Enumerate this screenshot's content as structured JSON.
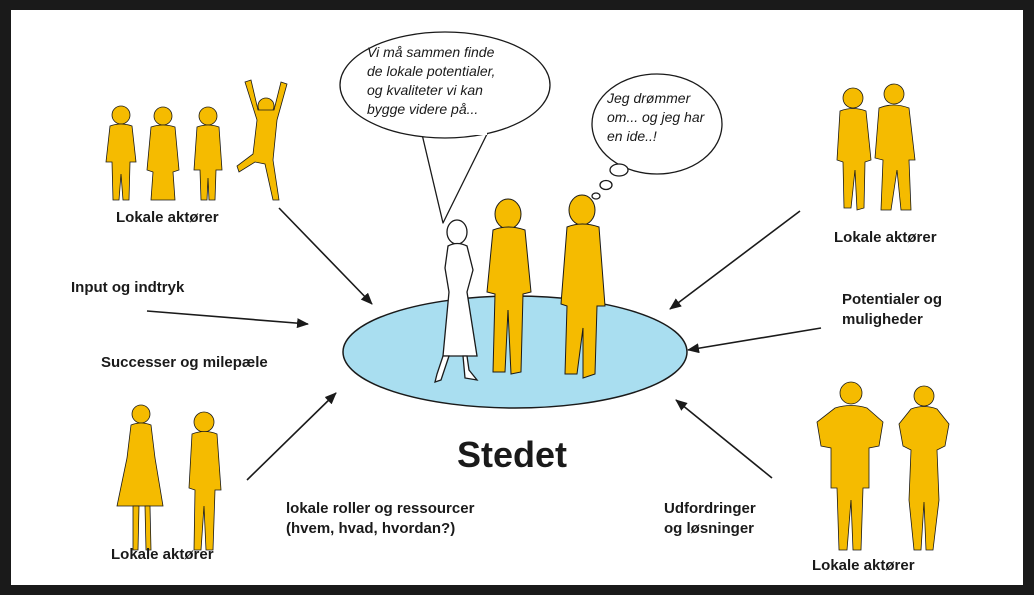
{
  "center_label": "Stedet",
  "speech_bubble": {
    "lines": [
      "Vi må sammen finde",
      "de lokale potentialer,",
      "og kvaliteter vi kan",
      "bygge videre på..."
    ]
  },
  "thought_bubble": {
    "lines": [
      "Jeg drømmer",
      "om... og jeg har",
      "en ide..!"
    ]
  },
  "actor_groups": {
    "top_left": "Lokale aktører",
    "top_right": "Lokale aktører",
    "bottom_left": "Lokale aktører",
    "bottom_right": "Lokale aktører"
  },
  "flows": {
    "input": "Input og indtryk",
    "successes": "Successer og milepæle",
    "potentials": [
      "Potentialer og",
      "muligheder"
    ],
    "roles": [
      "lokale roller og ressourcer",
      "(hvem, hvad, hvordan?)"
    ],
    "challenges": [
      "Udfordringer",
      "og løsninger"
    ]
  },
  "colors": {
    "frame": "#1a1a1a",
    "figure_fill": "#f5bb00",
    "place_fill": "#a9def0",
    "outline": "#1a1a1a"
  }
}
